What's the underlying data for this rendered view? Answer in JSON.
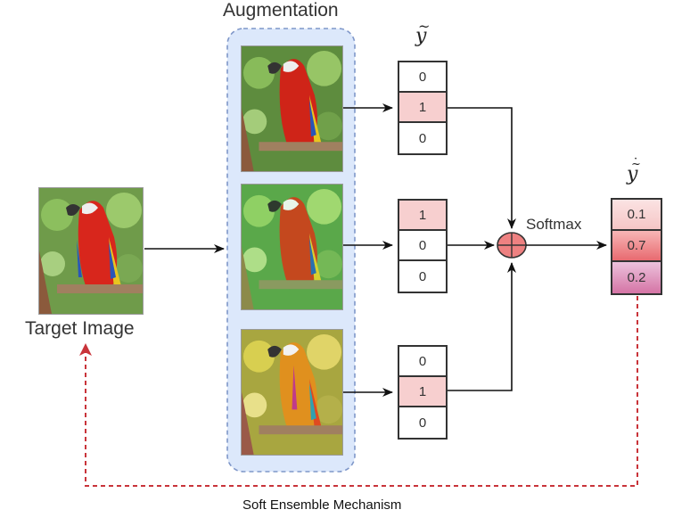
{
  "title": "Soft Ensemble Mechanism",
  "labels": {
    "augmentation": "Augmentation",
    "target_image": "Target Image",
    "softmax": "Softmax",
    "soft_ensemble": "Soft Ensemble Mechanism",
    "y_tilde_base": "y",
    "y_tilde_accent": "~",
    "y_dot_base": "y",
    "y_dot_accent": "·~"
  },
  "colors": {
    "aug_box_fill": "#dce8fb",
    "aug_box_border": "#7f97c9",
    "one_hot_active": "#f7cfcf",
    "sum_node": "#ee8181",
    "feedback_line": "#c9343a",
    "output_top": "#f8d7d7",
    "output_mid": "#ec7f83",
    "output_bottom": "#d97aa8"
  },
  "target_image": {
    "description": "scarlet macaw on a branch"
  },
  "augmentations": [
    {
      "name": "augmented-view-1",
      "tint": "original"
    },
    {
      "name": "augmented-view-2",
      "tint": "green"
    },
    {
      "name": "augmented-view-3",
      "tint": "yellow-orange"
    }
  ],
  "one_hot_predictions": [
    {
      "values": [
        "0",
        "1",
        "0"
      ],
      "active_index": 1
    },
    {
      "values": [
        "1",
        "0",
        "0"
      ],
      "active_index": 0
    },
    {
      "values": [
        "0",
        "1",
        "0"
      ],
      "active_index": 1
    }
  ],
  "soft_labels": {
    "values": [
      "0.1",
      "0.7",
      "0.2"
    ]
  }
}
